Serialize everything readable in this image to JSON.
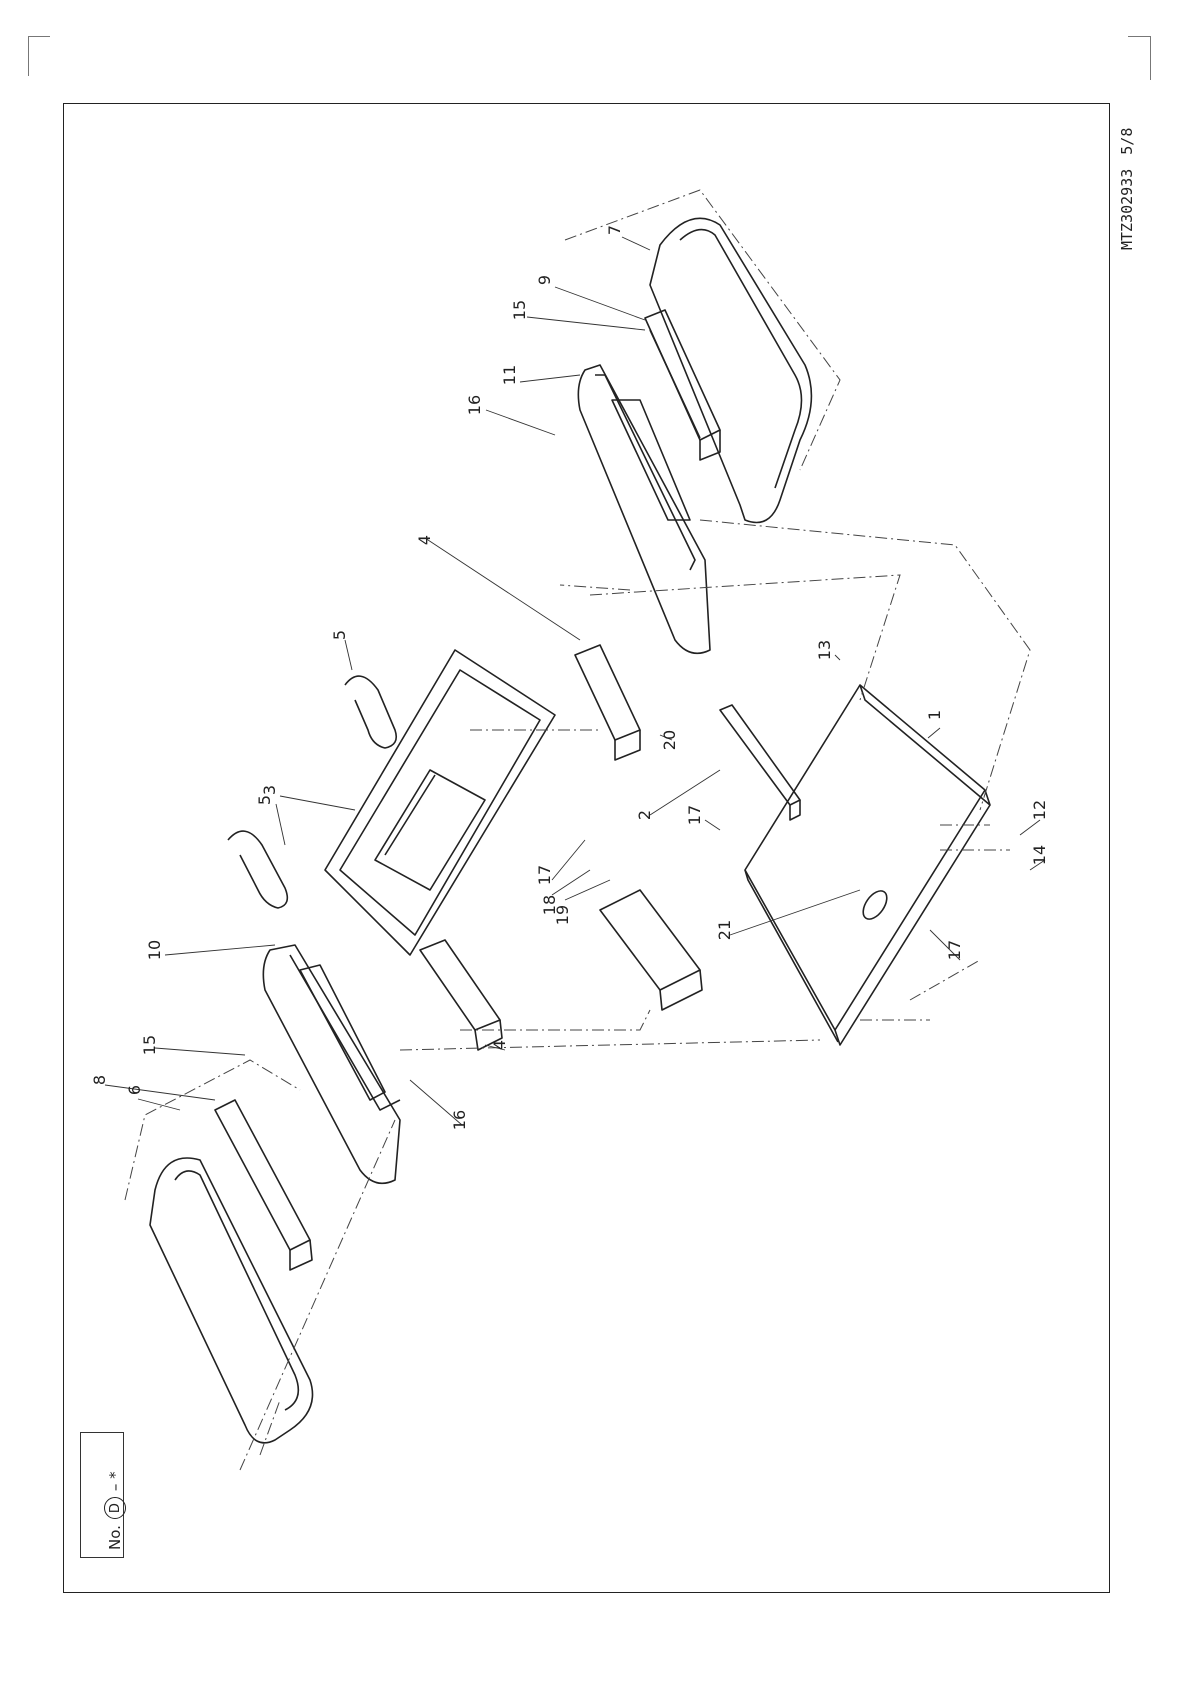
{
  "sheet": {
    "document_number": "MTZ302933",
    "page": "5/8",
    "badge": {
      "prefix": "No.",
      "circled": "D",
      "suffix": "– *"
    }
  },
  "callouts": [
    "1",
    "2",
    "3",
    "4",
    "4",
    "5",
    "5",
    "6",
    "7",
    "8",
    "9",
    "10",
    "11",
    "12",
    "13",
    "14",
    "15",
    "15",
    "16",
    "16",
    "17",
    "17",
    "17",
    "18",
    "19",
    "20",
    "21"
  ]
}
